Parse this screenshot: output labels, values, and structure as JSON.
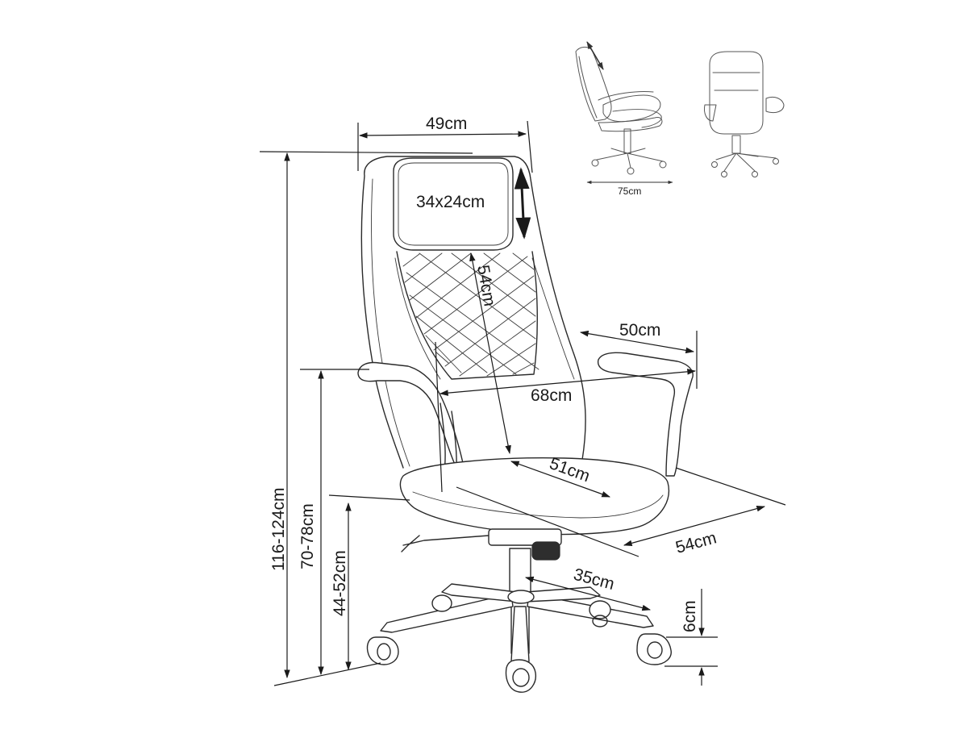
{
  "dimensions": {
    "overall_width": "49cm",
    "headrest": "34x24cm",
    "backrest_height": "54cm",
    "armrest_depth": "50cm",
    "armrest_width": "68cm",
    "seat_width": "51cm",
    "seat_depth": "54cm",
    "base_radius": "35cm",
    "caster_height": "6cm",
    "total_height": "116-124cm",
    "armrest_height": "70-78cm",
    "seat_height": "44-52cm",
    "recline_width": "75cm"
  }
}
